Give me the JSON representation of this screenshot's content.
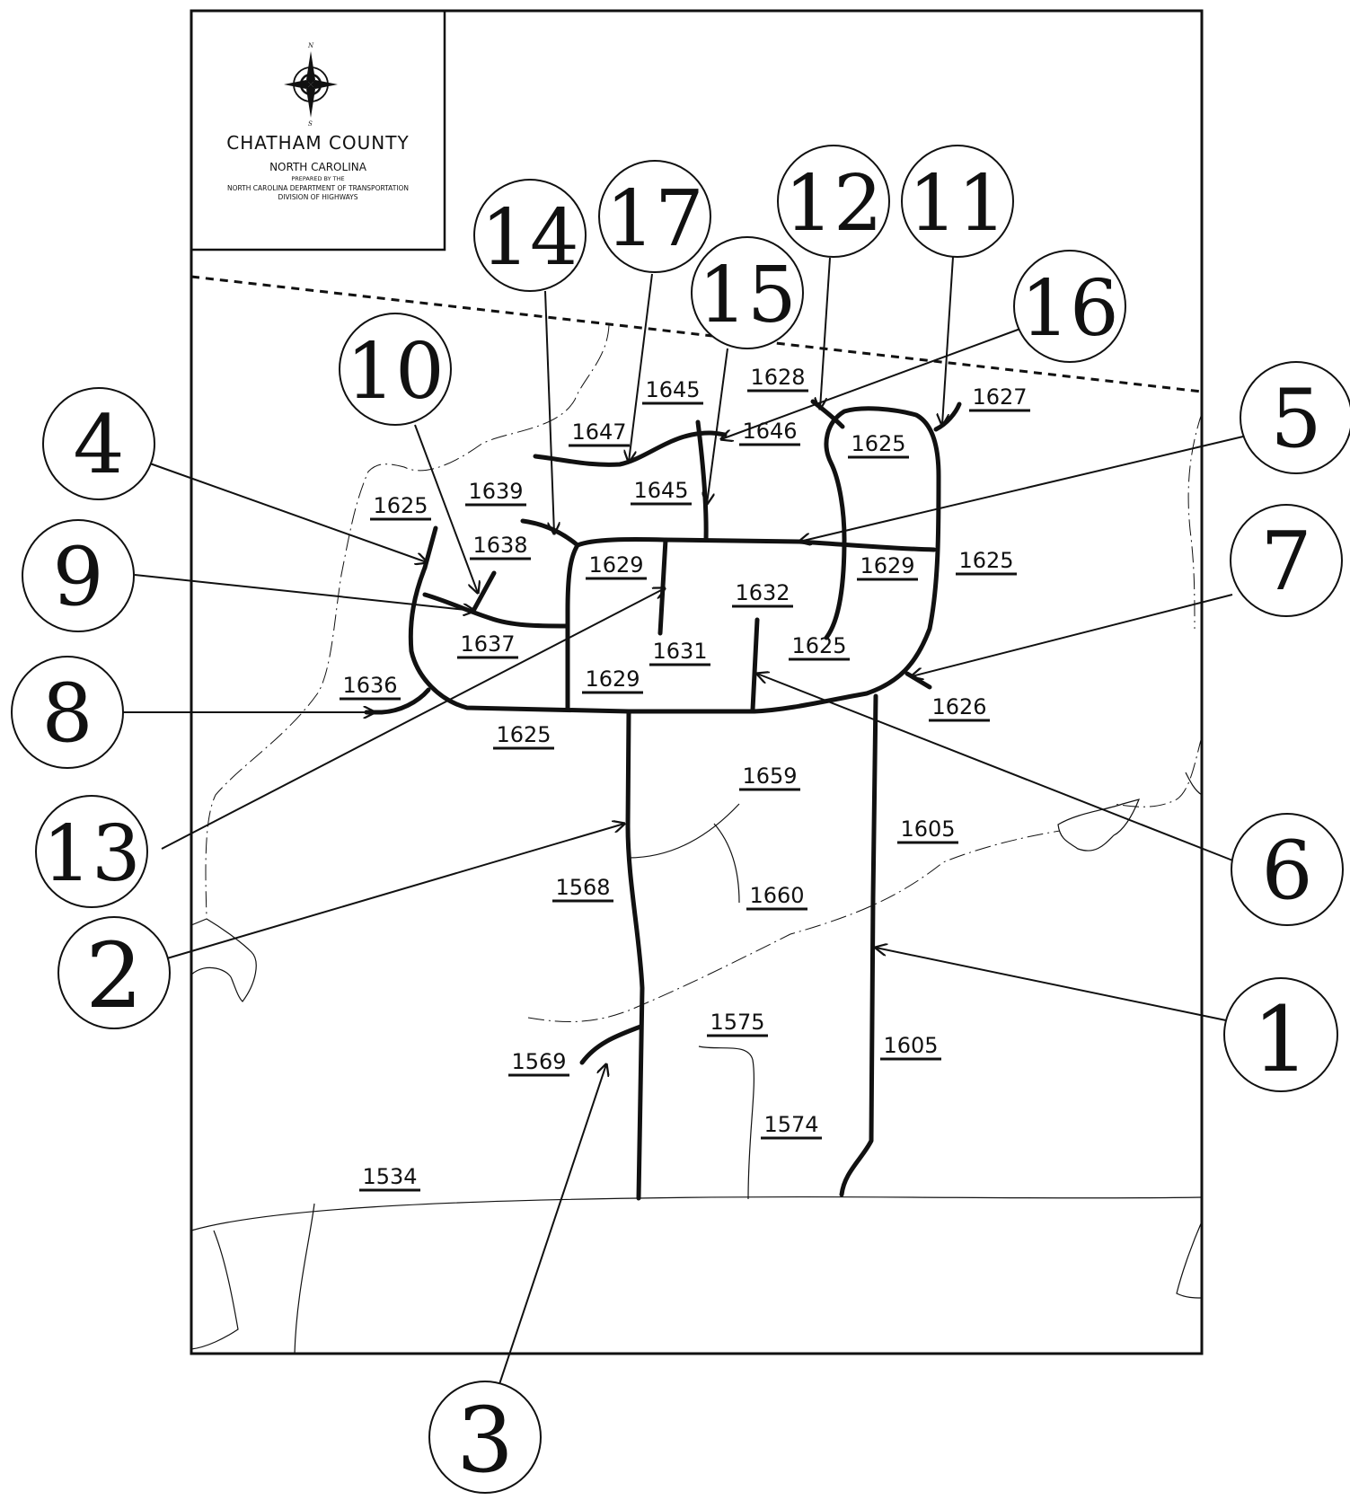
{
  "legend": {
    "compass_north": "N",
    "compass_south": "S",
    "county": "CHATHAM   COUNTY",
    "state": "NORTH  CAROLINA",
    "prepared_by": "PREPARED BY THE",
    "department": "NORTH  CAROLINA  DEPARTMENT  OF  TRANSPORTATION",
    "division": "DIVISION   OF   HIGHWAYS",
    "compass_icon": "compass-rose-icon"
  },
  "road_labels": {
    "r1645a": "1645",
    "r1628": "1628",
    "r1627": "1627",
    "r1647": "1647",
    "r1646": "1646",
    "r1625a": "1625",
    "r1639": "1639",
    "r1645b": "1645",
    "r1625b": "1625",
    "r1638": "1638",
    "r1629a": "1629",
    "r1629b": "1629",
    "r1625c": "1625",
    "r1632": "1632",
    "r1637": "1637",
    "r1631": "1631",
    "r1625d": "1625",
    "r1636": "1636",
    "r1629c": "1629",
    "r1626": "1626",
    "r1625e": "1625",
    "r1659": "1659",
    "r1605a": "1605",
    "r1568": "1568",
    "r1660": "1660",
    "r1575": "1575",
    "r1569": "1569",
    "r1605b": "1605",
    "r1574": "1574",
    "r1534": "1534"
  },
  "callouts": {
    "c1": "1",
    "c2": "2",
    "c3": "3",
    "c4": "4",
    "c5": "5",
    "c6": "6",
    "c7": "7",
    "c8": "8",
    "c9": "9",
    "c10": "10",
    "c11": "11",
    "c12": "12",
    "c13": "13",
    "c14": "14",
    "c15": "15",
    "c16": "16",
    "c17": "17"
  }
}
